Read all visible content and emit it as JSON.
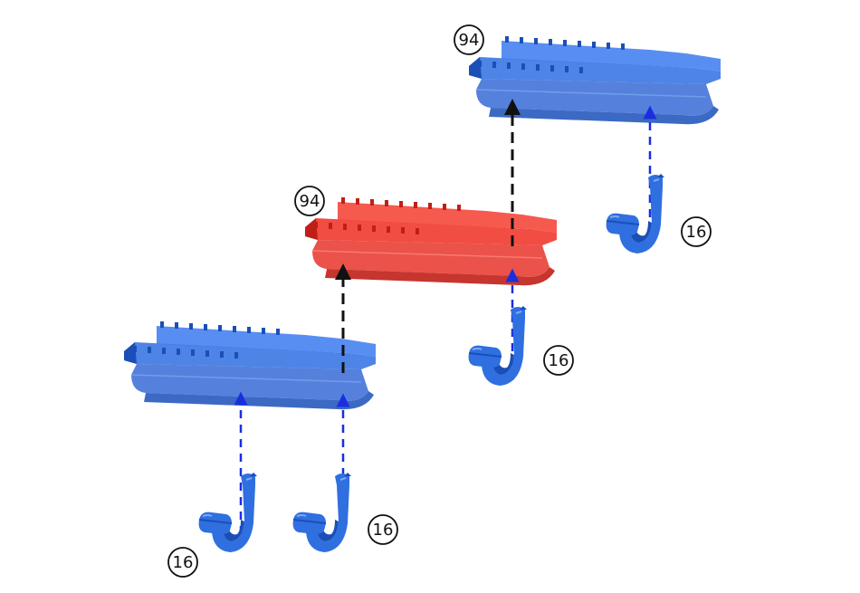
{
  "colors": {
    "part_blue": "#2f6fe0",
    "part_blue_dark": "#1a4fb8",
    "part_blue_light": "#7fa8f0",
    "part_red": "#f03a2e",
    "part_red_dark": "#c01f17",
    "part_red_light": "#ff8a80",
    "arrow_black": "#111111",
    "arrow_blue": "#1a2ee0"
  },
  "callouts": {
    "rail_top": "94",
    "rail_middle": "94",
    "clip_top_right": "16",
    "clip_middle": "16",
    "clip_bottom_left": "16",
    "clip_bottom_center": "16"
  },
  "parts": {
    "rail_top": {
      "icon": "rail-icon",
      "highlighted": false
    },
    "rail_middle": {
      "icon": "rail-icon",
      "highlighted": true
    },
    "rail_bottom": {
      "icon": "rail-icon",
      "highlighted": false
    },
    "clips": [
      {
        "icon": "clip-icon"
      },
      {
        "icon": "clip-icon"
      },
      {
        "icon": "clip-icon"
      },
      {
        "icon": "clip-icon"
      }
    ]
  }
}
